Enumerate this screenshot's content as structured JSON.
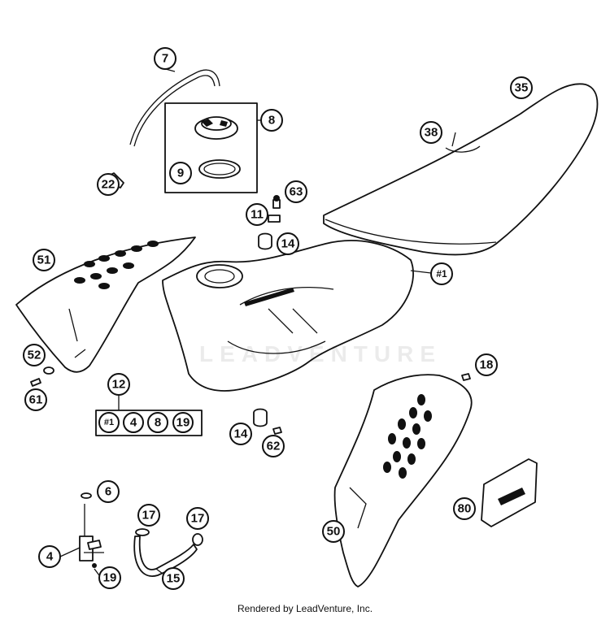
{
  "diagram": {
    "callouts": [
      "7",
      "8",
      "9",
      "22",
      "35",
      "38",
      "63",
      "11",
      "14",
      "51",
      "#1",
      "52",
      "61",
      "12",
      "18",
      "14",
      "62",
      "6",
      "17",
      "17",
      "80",
      "4",
      "19",
      "15",
      "50"
    ],
    "group_12_items": [
      "#1",
      "4",
      "8",
      "19"
    ]
  },
  "watermark": "LEADVENTURE",
  "credit": "Rendered by LeadVenture, Inc."
}
